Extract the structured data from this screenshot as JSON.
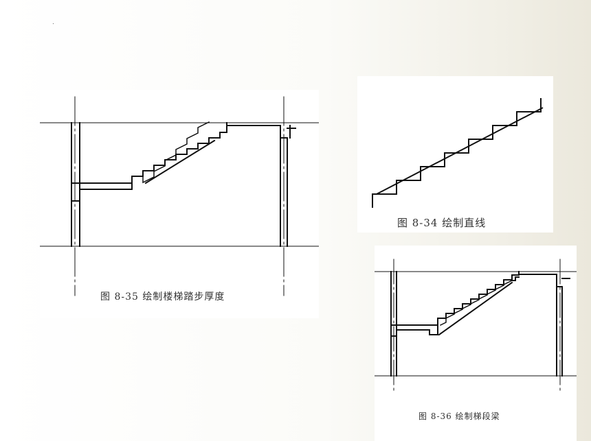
{
  "figures": [
    {
      "id": "fig-8-35",
      "caption": "图 8-35   绘制楼梯踏步厚度"
    },
    {
      "id": "fig-8-34",
      "caption": "图 8-34   绘制直线"
    },
    {
      "id": "fig-8-36",
      "caption": "图 8-36   绘制梯段梁"
    }
  ],
  "colors": {
    "line": "#111111",
    "caption": "#333333",
    "panel": "#ffffff"
  }
}
